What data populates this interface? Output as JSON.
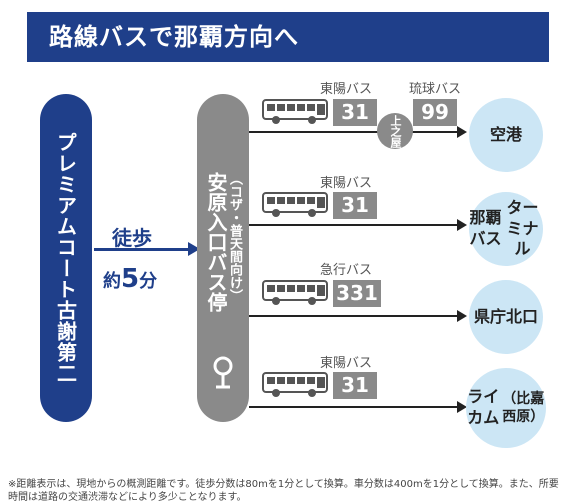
{
  "header": {
    "title": "路線バスで那覇方向へ"
  },
  "origin": {
    "name": "プレミアムコート古謝第二"
  },
  "walk": {
    "label": "徒歩",
    "prefix": "約",
    "minutes": "5",
    "unit": "分"
  },
  "bus_stop": {
    "name": "安原入口バス停",
    "sub": "（コザ・普天間向け）"
  },
  "routes": [
    {
      "company": "東陽バス",
      "number": "31",
      "destination": "空港",
      "via": {
        "name": "上之屋",
        "company": "琉球バス",
        "number": "99"
      }
    },
    {
      "company": "東陽バス",
      "number": "31",
      "destination_line1": "那覇バス",
      "destination_line2": "ターミナル"
    },
    {
      "company": "急行バス",
      "number": "331",
      "destination": "県庁北口"
    },
    {
      "company": "東陽バス",
      "number": "31",
      "destination_line1": "ライカム",
      "destination_line2": "（比嘉西原）"
    }
  ],
  "note": "※距離表示は、現地からの概測距離です。徒歩分数は80mを1分として換算。車分数は400mを1分として換算。また、所要時間は道路の交通渋滞などにより多少ことなります。",
  "colors": {
    "header": "#1f3f8a",
    "origin": "#1f3f8a",
    "stop": "#8a8a8a",
    "destination": "#cce6f5"
  }
}
